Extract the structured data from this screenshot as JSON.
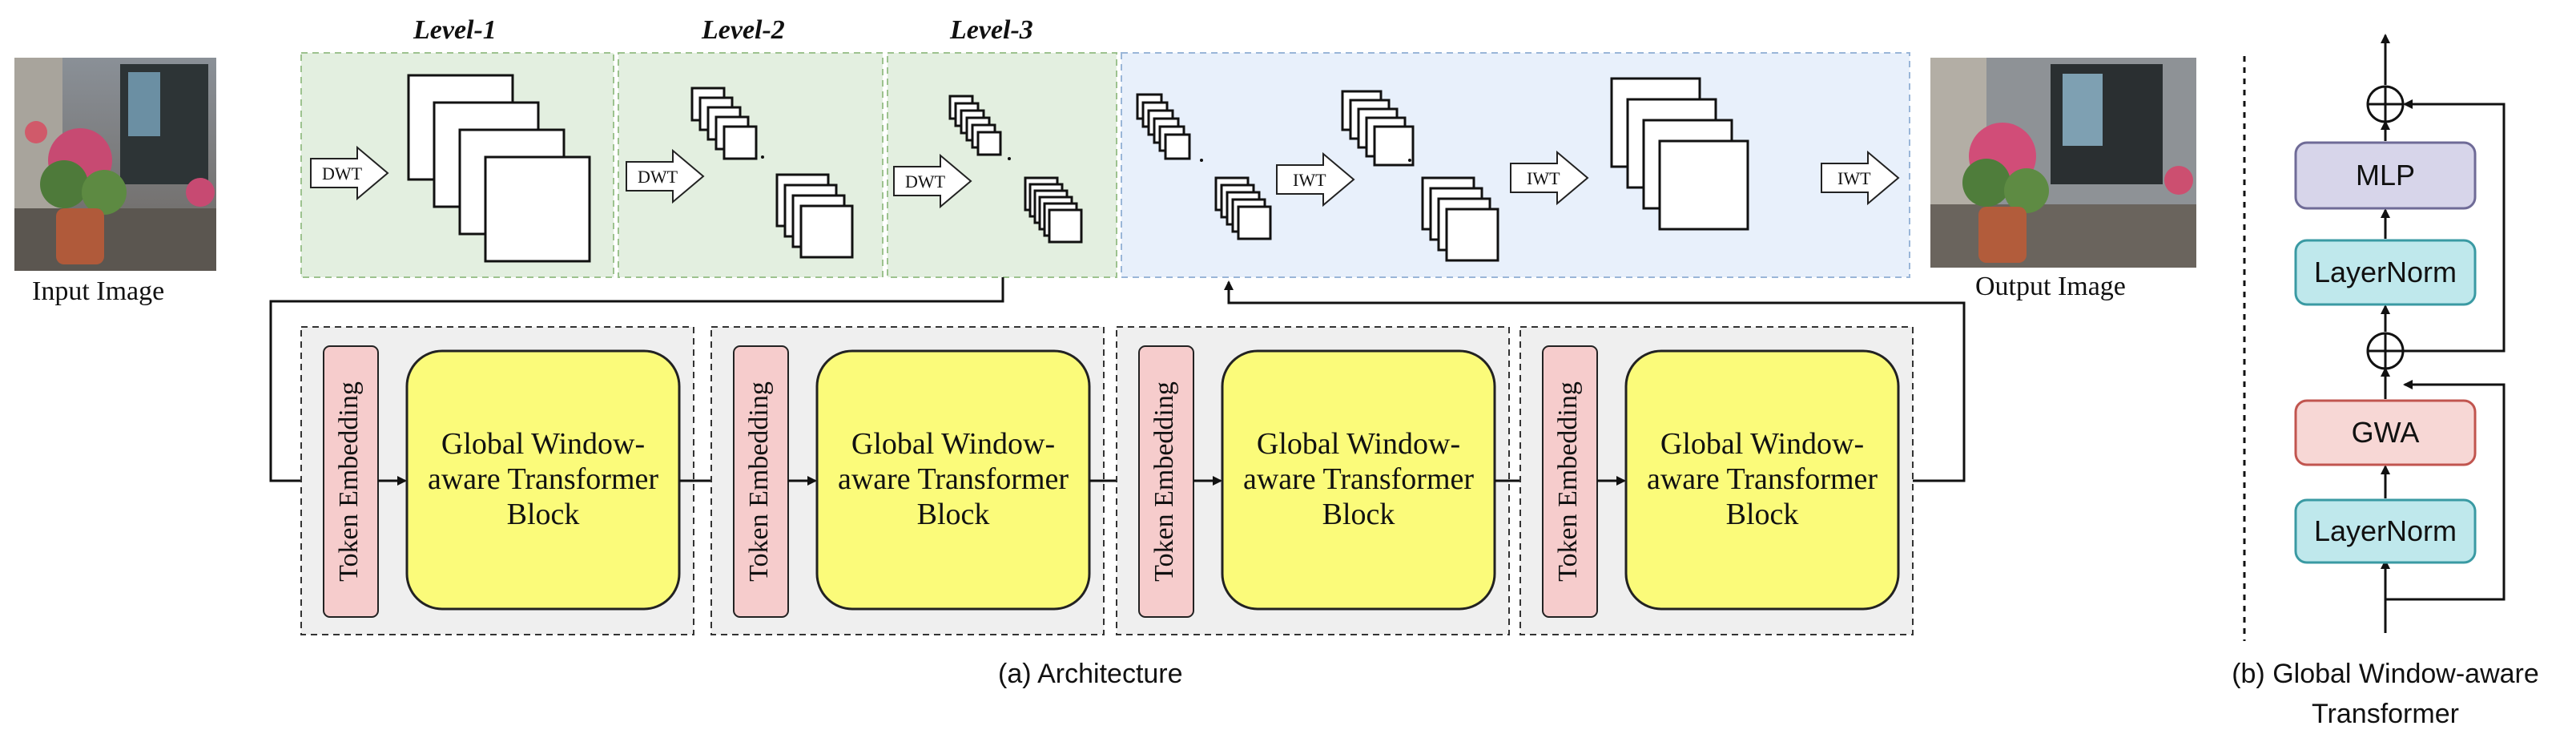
{
  "architecture": {
    "input_label": "Input Image",
    "output_label": "Output Image",
    "caption": "(a) Architecture",
    "levels": [
      "Level-1",
      "Level-2",
      "Level-3"
    ],
    "dwt_label": "DWT",
    "iwt_label": "IWT",
    "token_embedding_label": "Token Embedding",
    "block_label_lines": [
      "Global Window-",
      "aware Transformer",
      "Block"
    ]
  },
  "gwt_detail": {
    "caption_lines": [
      "(b) Global Window-aware",
      "Transformer"
    ],
    "mlp_label": "MLP",
    "layernorm_label": "LayerNorm",
    "gwa_label": "GWA"
  },
  "colors": {
    "green_panel": "#e3efe0",
    "blue_panel": "#e8f0fb",
    "gray_panel": "#efefef",
    "token_pink": "#f6cccc",
    "block_yellow": "#fbfb7a",
    "mlp_purple": "#d7d5ea",
    "layernorm_cyan": "#bfe8ec",
    "gwa_pink": "#f7d7d5"
  }
}
